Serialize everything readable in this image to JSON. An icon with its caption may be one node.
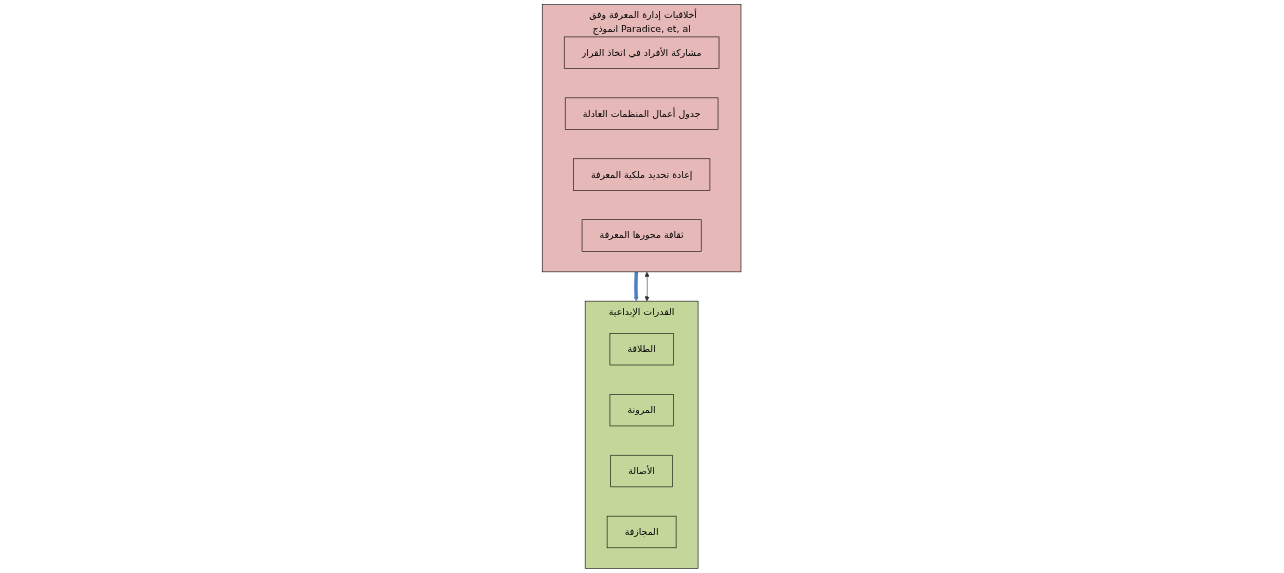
{
  "diagram": {
    "nodes": [
      {
        "text": [
          "أخلاقيات إدارة المعرفة وفق انموذج Paradice, et, al"
        ]
      },
      {
        "text": [
          "مشاركة الأفراد في اتخاذ القرار"
        ],
        "in": 0
      },
      {
        "text": [
          "جدول أعمال المنظمات العادلة"
        ],
        "in": 0
      },
      {
        "text": [
          "إعادة تحديد ملكية المعرفة"
        ],
        "in": 0
      },
      {
        "text": [
          "ثقافة محورها المعرفة"
        ],
        "in": 0
      },
      {
        "text": [
          "القدرات الإبداعية"
        ]
      },
      {
        "text": [
          "الطلاقة"
        ],
        "in": 5
      },
      {
        "text": [
          "المرونة"
        ],
        "in": 5
      },
      {
        "text": [
          "الأصالة"
        ],
        "in": 5
      },
      {
        "text": [
          "المجازفة"
        ],
        "in": 5
      }
    ],
    "edges": [
      {
        "from": 0,
        "to": 5,
        "arrow": "to",
        "style": "thick",
        "color": "#4f81bd"
      },
      {
        "from": 5,
        "to": 0,
        "arrow": "both",
        "color": "#333333"
      }
    ]
  }
}
